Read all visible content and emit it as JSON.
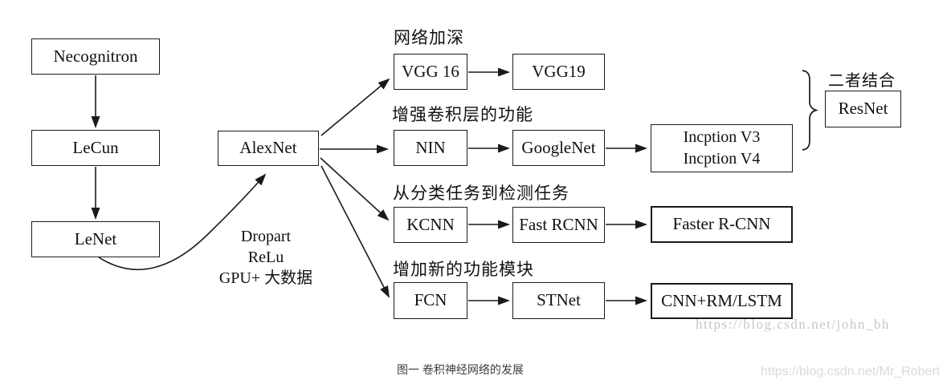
{
  "diagram": {
    "caption": "图一 卷积神经网络的发展",
    "nodes": {
      "necognitron": "Necognitron",
      "lecun": "LeCun",
      "lenet": "LeNet",
      "alexnet": "AlexNet",
      "vgg16": "VGG 16",
      "vgg19": "VGG19",
      "nin": "NIN",
      "googlenet": "GoogleNet",
      "inception_line1": "Incption V3",
      "inception_line2": "Incption V4",
      "kcnn": "KCNN",
      "fast_rcnn": "Fast RCNN",
      "faster_rcnn": "Faster R-CNN",
      "fcn": "FCN",
      "stnet": "STNet",
      "cnn_rm_lstm": "CNN+RM/LSTM",
      "resnet": "ResNet"
    },
    "branch_labels": {
      "deepen": "网络加深",
      "enhance": "增强卷积层的功能",
      "detection": "从分类任务到检测任务",
      "modules": "增加新的功能模块",
      "combine": "二者结合"
    },
    "edge_annotation": {
      "line1": "Dropart",
      "line2": "ReLu",
      "line3": "GPU+ 大数据"
    },
    "watermarks": {
      "wm1": "https://blog.csdn.net/john_bh",
      "wm2": "https://blog.csdn.net/Mr_Robert"
    },
    "colors": {
      "line": "#1a1a1a",
      "text": "#111111",
      "caption": "#3d3d3d",
      "watermark1": "#c9c8be",
      "watermark2": "#dadada",
      "background": "#ffffff"
    }
  }
}
